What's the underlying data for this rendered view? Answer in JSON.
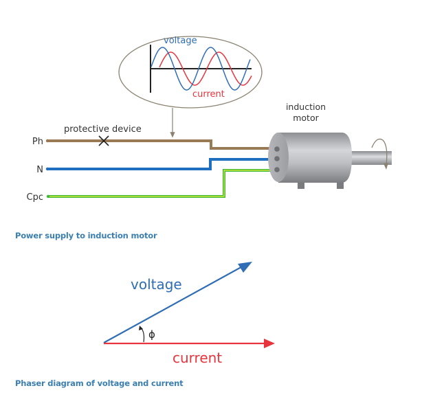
{
  "figure1": {
    "inset": {
      "voltage_label": "voltage",
      "current_label": "current"
    },
    "conductors": {
      "phase_label": "Ph",
      "neutral_label": "N",
      "cpc_label": "Cpc"
    },
    "protective_device_label": "protective device",
    "motor_label_line1": "induction",
    "motor_label_line2": "motor",
    "caption": "Power supply to induction motor"
  },
  "figure2": {
    "voltage_label": "voltage",
    "current_label": "current",
    "angle_symbol": "ϕ",
    "caption": "Phaser diagram of voltage and current"
  },
  "colors": {
    "phase": "#9a7a55",
    "neutral": "#1f6fc0",
    "cpc_green": "#3fb83a",
    "cpc_yellow": "#e8ef3a",
    "voltage": "#2f6db5",
    "current": "#e8343c",
    "caption": "#3b7fb0",
    "outline": "#8a8270"
  }
}
